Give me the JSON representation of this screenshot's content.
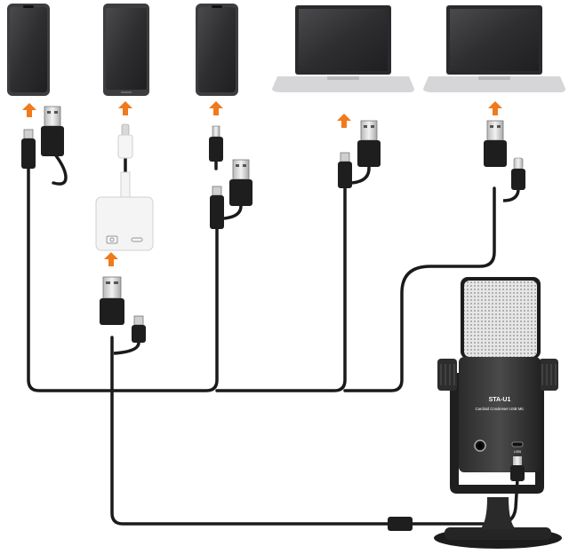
{
  "microphone": {
    "model": "STA-U1",
    "subtitle": "Cardioid Condenser USB Mic",
    "port_label": "USB"
  },
  "colors": {
    "arrow": "#f07a1c",
    "cable": "#1a1a1a",
    "device_body": "#3a3a3c",
    "screen": "#2b2b2d",
    "laptop_base": "#d8d8db",
    "adapter": "#f4f4f4",
    "mic_grille": "#d9d9d9"
  },
  "devices": [
    {
      "type": "phone",
      "icon": "smartphone"
    },
    {
      "type": "phone",
      "icon": "smartphone"
    },
    {
      "type": "phone",
      "icon": "smartphone"
    },
    {
      "type": "laptop",
      "icon": "laptop"
    },
    {
      "type": "laptop",
      "icon": "laptop"
    }
  ],
  "connectors": [
    "usb-a-and-micro-usb",
    "lightning",
    "lightning-to-usb-adapter",
    "usb-a-and-micro-usb",
    "usb-a-and-usb-c"
  ]
}
